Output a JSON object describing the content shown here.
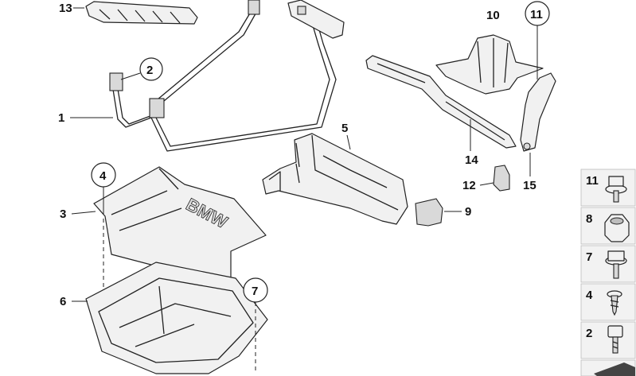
{
  "callouts": {
    "c1": "1",
    "c2": "2",
    "c3": "3",
    "c4": "4",
    "c5": "5",
    "c6": "6",
    "c7": "7",
    "c9": "9",
    "c10": "10",
    "c11": "11",
    "c12": "12",
    "c13": "13",
    "c14": "14",
    "c15": "15"
  },
  "legend": [
    {
      "num": "11",
      "icon": "screw-with-washer-icon"
    },
    {
      "num": "8",
      "icon": "hex-nut-icon"
    },
    {
      "num": "7",
      "icon": "hex-bolt-icon"
    },
    {
      "num": "4",
      "icon": "sheet-metal-screw-icon"
    },
    {
      "num": "2",
      "icon": "socket-head-screw-icon"
    }
  ],
  "emblem_text": "BMW"
}
